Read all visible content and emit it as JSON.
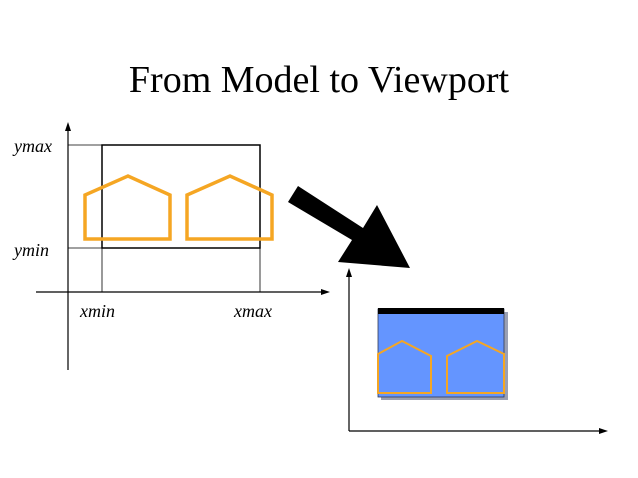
{
  "slide": {
    "title": "From Model to Viewport"
  },
  "model": {
    "labels": {
      "ymax": "ymax",
      "ymin": "ymin",
      "xmin": "xmin",
      "xmax": "xmax"
    },
    "house_color": "#f5a623"
  },
  "viewport": {
    "fill_color": "#6495ff",
    "bar_color": "#000000",
    "shadow_color": "#9aa0b4"
  },
  "arrow": {
    "color": "#000000"
  }
}
